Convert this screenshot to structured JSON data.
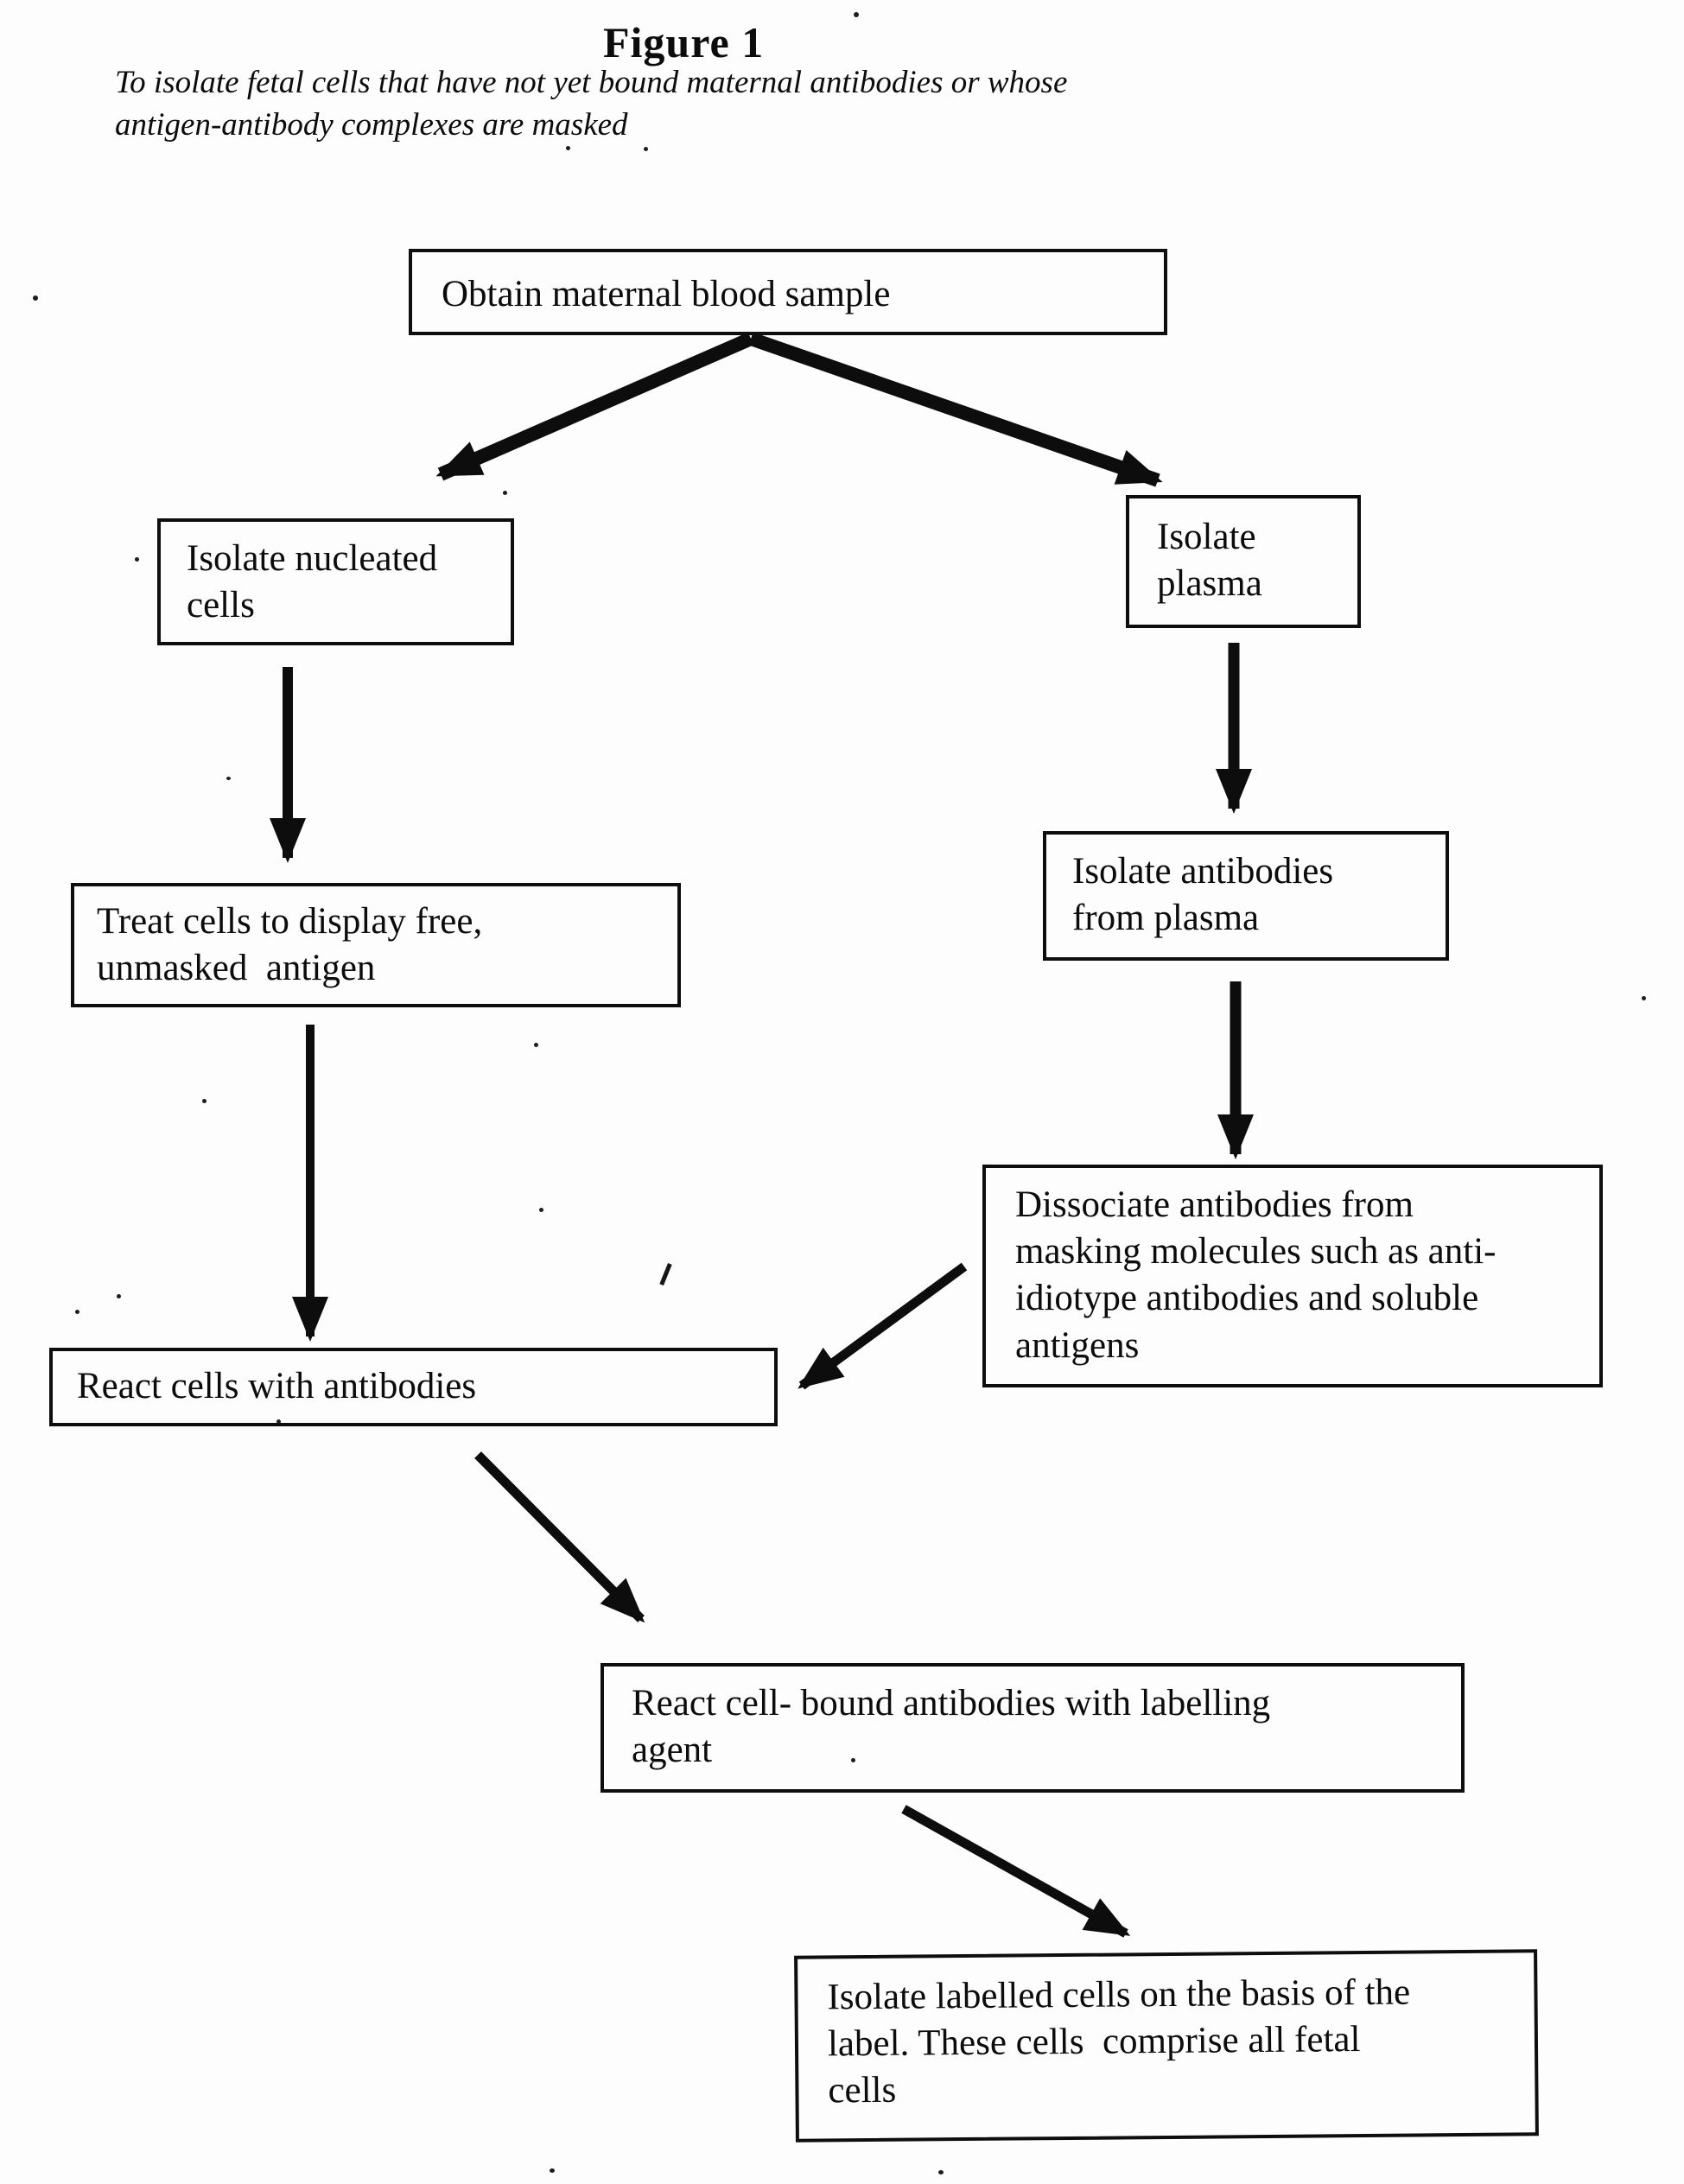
{
  "figure": {
    "title": "Figure 1",
    "subtitle": "To isolate fetal cells that have not yet bound maternal antibodies or whose\nantigen-antibody complexes are masked"
  },
  "flowchart": {
    "type": "flowchart",
    "ink_color": "#0d0d0d",
    "background_color": "#fdfdfd",
    "nodes": {
      "obtain_blood": {
        "label": "Obtain maternal blood sample"
      },
      "isolate_nucleated": {
        "label": "Isolate nucleated\ncells"
      },
      "isolate_plasma": {
        "label": "Isolate\nplasma"
      },
      "treat_cells": {
        "label": "Treat cells to display free,\nunmasked  antigen"
      },
      "isolate_antibodies": {
        "label": "Isolate antibodies\nfrom plasma"
      },
      "dissociate": {
        "label": "Dissociate antibodies from\nmasking molecules such as anti-\nidiotype antibodies and soluble\nantigens"
      },
      "react_cells": {
        "label": "React cells with antibodies"
      },
      "react_bound": {
        "label": "React cell- bound antibodies with labelling\nagent"
      },
      "isolate_labelled": {
        "label": "Isolate labelled cells on the basis of the\nlabel. These cells  comprise all fetal\ncells"
      }
    },
    "edges": [
      {
        "from": "obtain_blood",
        "to": "isolate_nucleated"
      },
      {
        "from": "obtain_blood",
        "to": "isolate_plasma"
      },
      {
        "from": "isolate_nucleated",
        "to": "treat_cells"
      },
      {
        "from": "isolate_plasma",
        "to": "isolate_antibodies"
      },
      {
        "from": "isolate_antibodies",
        "to": "dissociate"
      },
      {
        "from": "treat_cells",
        "to": "react_cells"
      },
      {
        "from": "dissociate",
        "to": "react_cells"
      },
      {
        "from": "react_cells",
        "to": "react_bound"
      },
      {
        "from": "react_bound",
        "to": "isolate_labelled"
      }
    ]
  }
}
